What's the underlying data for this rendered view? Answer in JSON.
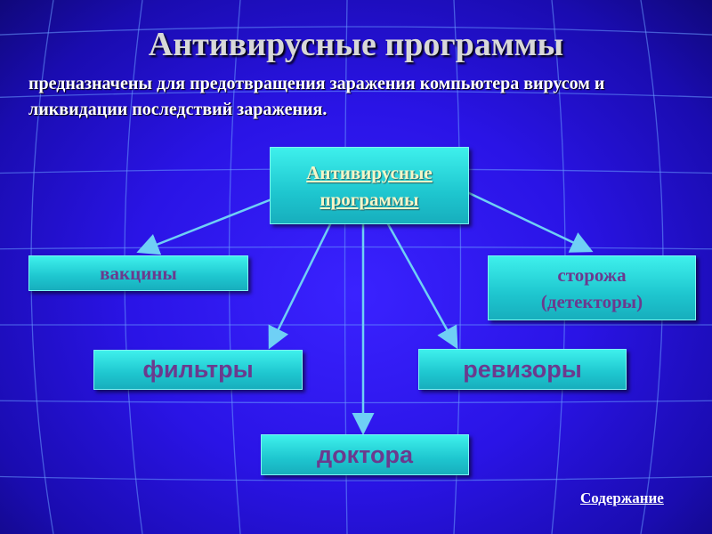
{
  "title": "Антивирусные программы",
  "subtitle": "предназначены для предотвращения заражения компьютера вирусом и ликвидации последствий заражения.",
  "diagram": {
    "root": {
      "line1": "Антивирусные",
      "line2": "программы"
    },
    "nodes": {
      "vaccines": "вакцины",
      "watchdogs_line1": "сторожа",
      "watchdogs_line2": "(детекторы)",
      "filters": "фильтры",
      "auditors": "ревизоры",
      "doctors": "доктора"
    }
  },
  "footer_link": "Содержание",
  "colors": {
    "box": "#1ec6cf",
    "box_text": "#6b3a8e",
    "arrow": "#5fc8f0",
    "background": "#2a14e6"
  }
}
